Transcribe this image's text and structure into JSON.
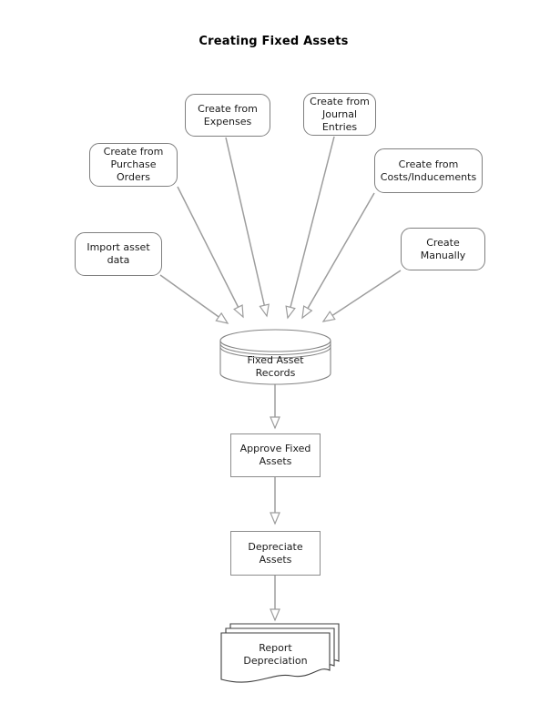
{
  "title": "Creating Fixed Assets",
  "colors": {
    "connector": "#9d9d9d",
    "node_border": "#7f7f7f",
    "process_border": "#8c8c8c",
    "document_border": "#3f3f3f",
    "text": "#1a1a1a",
    "background": "#ffffff"
  },
  "diagram": {
    "sources": [
      {
        "id": "import-asset-data",
        "label": "Import asset\ndata"
      },
      {
        "id": "create-from-purchase-orders",
        "label": "Create from\nPurchase\nOrders"
      },
      {
        "id": "create-from-expenses",
        "label": "Create from\nExpenses"
      },
      {
        "id": "create-from-journal-entries",
        "label": "Create from\nJournal\nEntries"
      },
      {
        "id": "create-from-costs-inducements",
        "label": "Create from\nCosts/Inducements"
      },
      {
        "id": "create-manually",
        "label": "Create\nManually"
      }
    ],
    "datastore": {
      "id": "fixed-asset-records",
      "label": "Fixed Asset\nRecords"
    },
    "processes": [
      {
        "id": "approve-fixed-assets",
        "label": "Approve Fixed\nAssets"
      },
      {
        "id": "depreciate-assets",
        "label": "Depreciate\nAssets"
      }
    ],
    "output": {
      "id": "report-depreciation",
      "label": "Report\nDepreciation"
    }
  }
}
